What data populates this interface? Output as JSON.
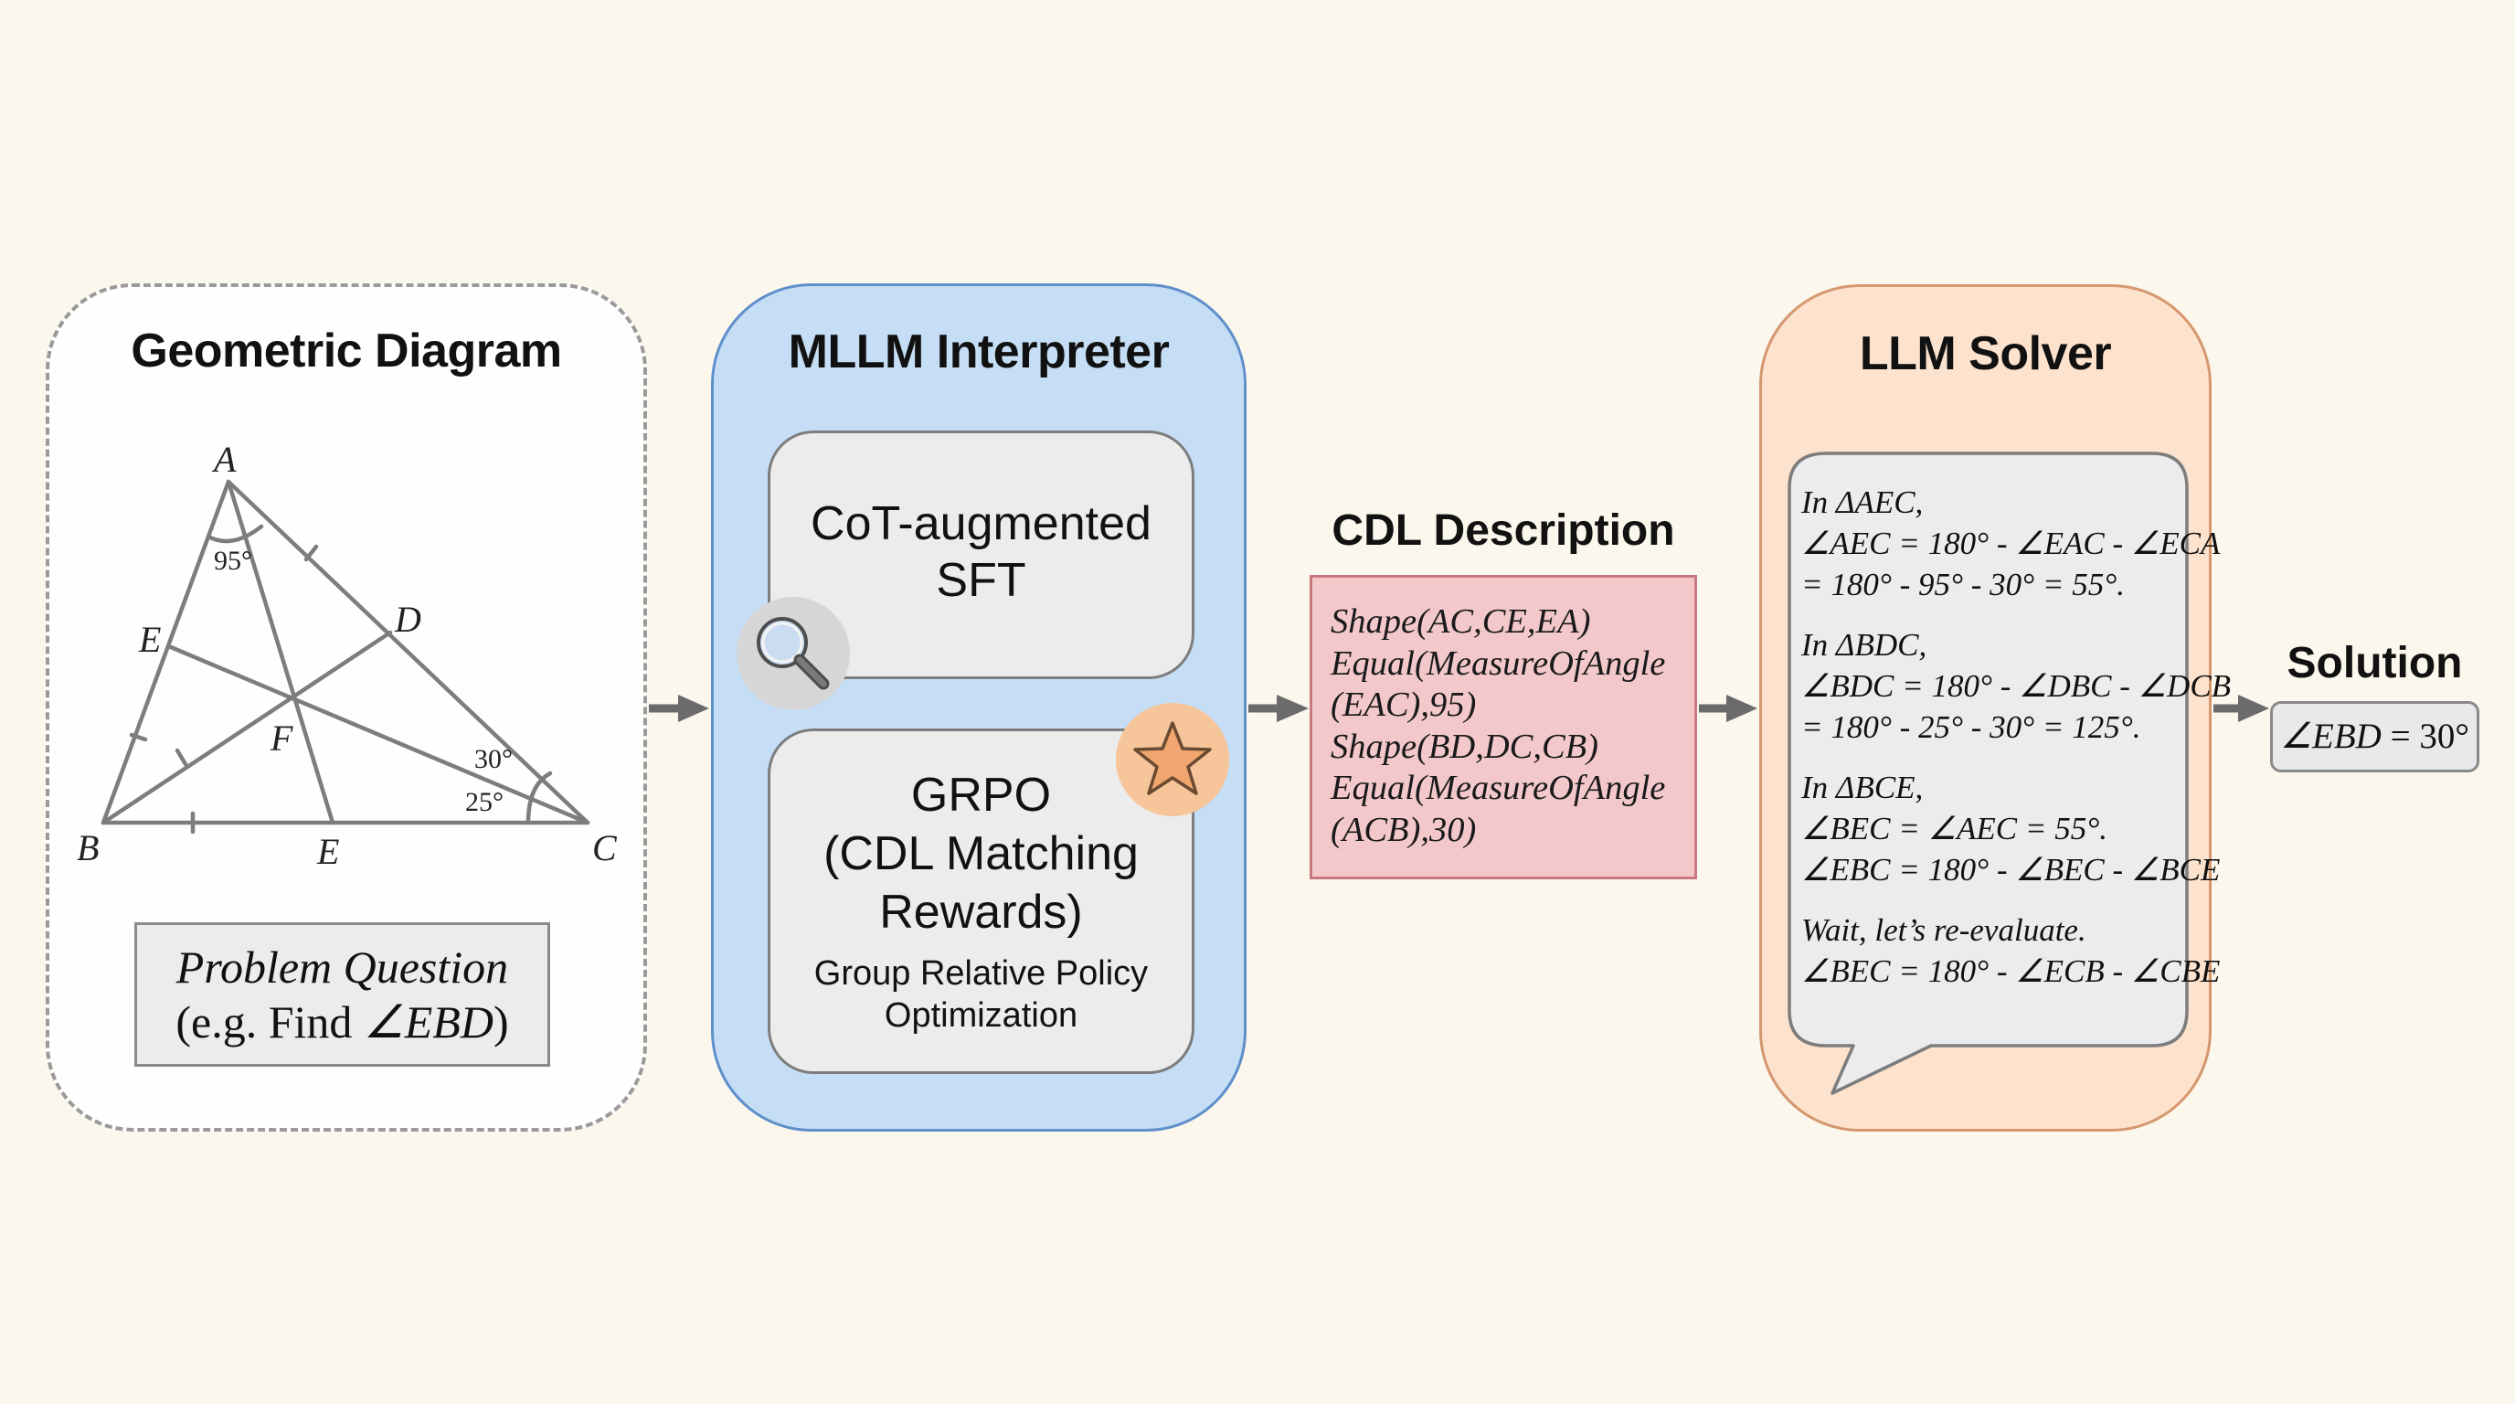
{
  "panels": {
    "geometric": {
      "title": "Geometric Diagram",
      "points": {
        "A": "A",
        "B": "B",
        "C": "C",
        "D": "D",
        "E_left": "E",
        "E_bottom": "E",
        "F": "F"
      },
      "angles": {
        "at_A": "95°",
        "at_C_upper": "30°",
        "at_C_lower": "25°"
      },
      "problem": {
        "line1": "Problem Question",
        "line2_prefix": "(e.g. Find ",
        "line2_angle": "∠EBD",
        "line2_suffix": ")"
      }
    },
    "mllm": {
      "title": "MLLM Interpreter",
      "sft": {
        "line1": "CoT-augmented",
        "line2": "SFT",
        "icon": "magnifier-icon"
      },
      "grpo": {
        "line1": "GRPO",
        "line2": "(CDL Matching",
        "line3": "Rewards)",
        "sub1": "Group Relative Policy",
        "sub2": "Optimization",
        "icon": "star-icon"
      }
    },
    "cdl": {
      "title": "CDL Description",
      "lines": [
        "Shape(AC,CE,EA)",
        "Equal(MeasureOfAngle",
        "(EAC),95)",
        "Shape(BD,DC,CB)",
        "Equal(MeasureOfAngle",
        "(ACB),30)"
      ]
    },
    "solver": {
      "title": "LLM Solver",
      "steps": [
        [
          "In ΔAEC,",
          "∠AEC = 180° - ∠EAC - ∠ECA",
          "= 180° - 95° - 30° = 55°."
        ],
        [
          "In ΔBDC,",
          "∠BDC = 180° - ∠DBC - ∠DCB",
          "= 180° - 25° - 30° = 125°."
        ],
        [
          "In ΔBCE,",
          "∠BEC = ∠AEC = 55°.",
          "∠EBC = 180° - ∠BEC - ∠BCE"
        ],
        [
          "Wait, let’s re-evaluate.",
          "∠BEC = 180° - ∠ECB - ∠CBE"
        ]
      ]
    },
    "solution": {
      "title": "Solution",
      "angle": "∠EBD",
      "value": " = 30°"
    }
  },
  "colors": {
    "background": "#fbf7ec",
    "mllm_fill": "#c5def5",
    "mllm_border": "#5f8fcb",
    "cdl_fill": "#f3c8cb",
    "cdl_border": "#c8787e",
    "solver_fill": "#fde3cd",
    "solver_border": "#d5976e",
    "card_fill": "#ececec",
    "arrow": "#6b6b6b",
    "star_badge": "#f6c59a",
    "star_fill": "#f0a66e"
  }
}
